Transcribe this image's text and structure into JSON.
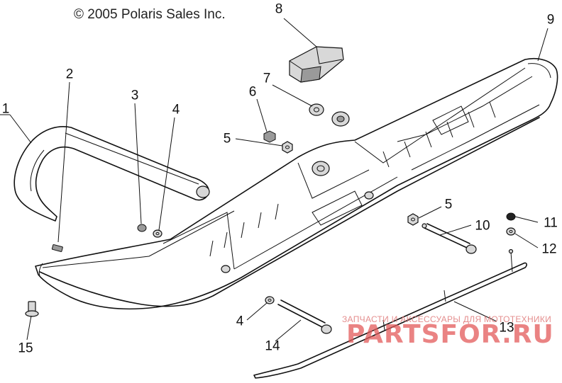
{
  "copyright": "© 2005 Polaris Sales Inc.",
  "callouts": [
    {
      "id": "c1",
      "label": "1"
    },
    {
      "id": "c2",
      "label": "2"
    },
    {
      "id": "c3",
      "label": "3"
    },
    {
      "id": "c4a",
      "label": "4"
    },
    {
      "id": "c5a",
      "label": "5"
    },
    {
      "id": "c6",
      "label": "6"
    },
    {
      "id": "c7",
      "label": "7"
    },
    {
      "id": "c8",
      "label": "8"
    },
    {
      "id": "c9",
      "label": "9"
    },
    {
      "id": "c5b",
      "label": "5"
    },
    {
      "id": "c10",
      "label": "10"
    },
    {
      "id": "c11",
      "label": "11"
    },
    {
      "id": "c12",
      "label": "12"
    },
    {
      "id": "c13",
      "label": "13"
    },
    {
      "id": "c4b",
      "label": "4"
    },
    {
      "id": "c14",
      "label": "14"
    },
    {
      "id": "c15",
      "label": "15"
    }
  ],
  "watermark": {
    "text": "ЗАПЧАСТИ И АКСЕССУАРЫ ДЛЯ МОТОТЕХНИКИ",
    "logo": "PARTSFOR.RU"
  }
}
